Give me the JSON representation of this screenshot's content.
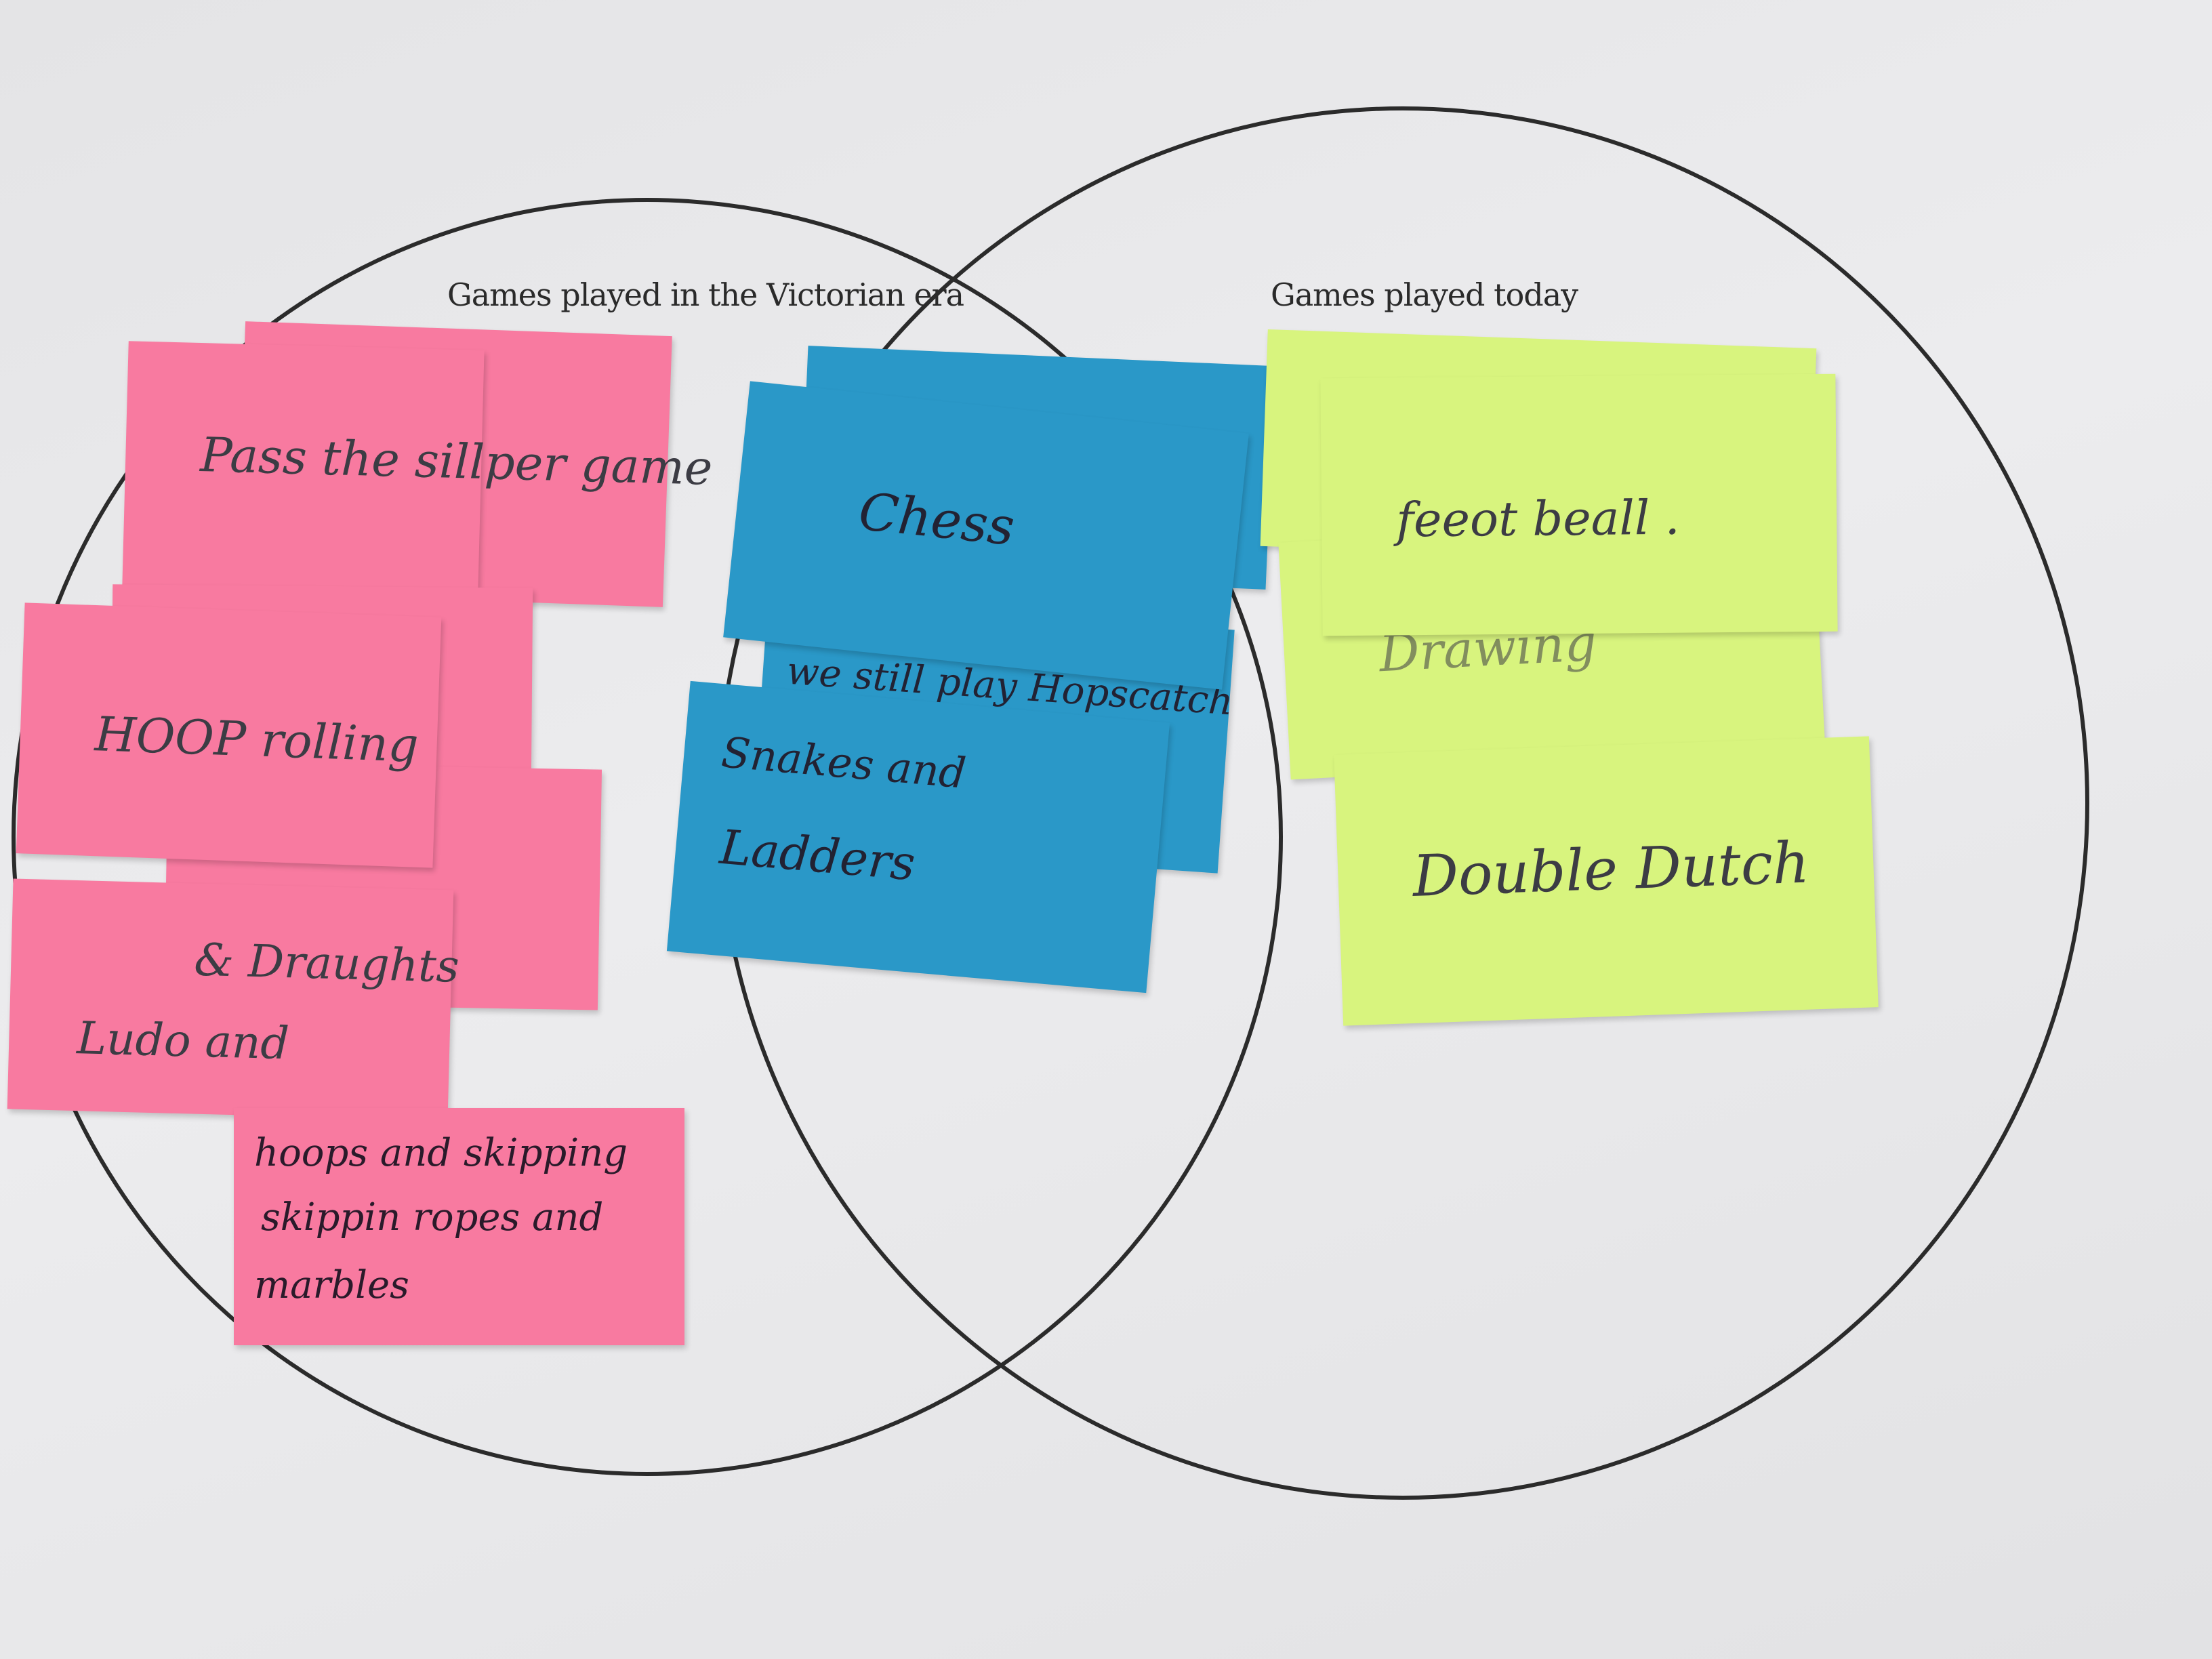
{
  "venn": {
    "left_title": "Games played in the Victorian era",
    "right_title": "Games played today"
  },
  "notes": {
    "pass_the_slipper": "Pass the sillper game",
    "hoop_rolling": "HOOP rolling",
    "draughts": "& Draughts",
    "ludo": "Ludo and",
    "hoops_skipping_1": "hoops and skipping",
    "hoops_skipping_2": "skippin ropes and",
    "hoops_skipping_3": "marbles",
    "chess": "Chess",
    "hopscotch": "we still play Hopscatch",
    "snakes_1": "Snakes and",
    "snakes_2": "Ladders",
    "football": "feeot beall .",
    "drawing": "Drawing",
    "double_dutch": "Double Dutch"
  },
  "colors": {
    "pink": "#f87aa0",
    "blue": "#2a98c8",
    "green": "#d8f47e",
    "paper": "#e9e9eb",
    "ink": "#222222"
  }
}
